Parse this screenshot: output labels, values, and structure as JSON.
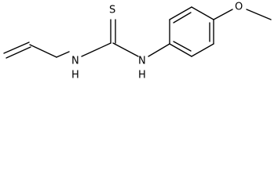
{
  "atom_labels": {
    "sulfur": "S",
    "nitrogen_left": "N",
    "nitrogen_left_h": "H",
    "nitrogen_right": "N",
    "nitrogen_right_h": "H",
    "oxygen": "O"
  }
}
